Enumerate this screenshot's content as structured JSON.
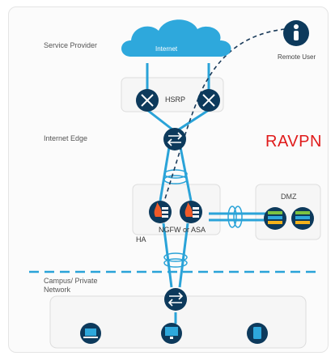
{
  "labels": {
    "service_provider": "Service Provider",
    "internet": "Internet",
    "remote_user": "Remote User",
    "hsrp": "HSRP",
    "internet_edge": "Internet Edge",
    "ravpn": "RAVPN",
    "dmz": "DMZ",
    "ngfw_or_asa": "NGFW or ASA",
    "ha": "HA",
    "campus_private_network": "Campus/ Private Network"
  },
  "colors": {
    "cloud": "#2ea8dc",
    "link": "#2aa3d8",
    "device_dark": "#0d3a5c",
    "ravpn_red": "#e01b1b",
    "dashed_separator": "#2aa3d8",
    "firewall_flame": "#f05a28"
  },
  "icons": [
    "cloud-icon",
    "user-icon",
    "router-icon",
    "switch-icon",
    "firewall-icon",
    "server-icon",
    "laptop-icon",
    "desktop-icon",
    "tablet-icon"
  ]
}
